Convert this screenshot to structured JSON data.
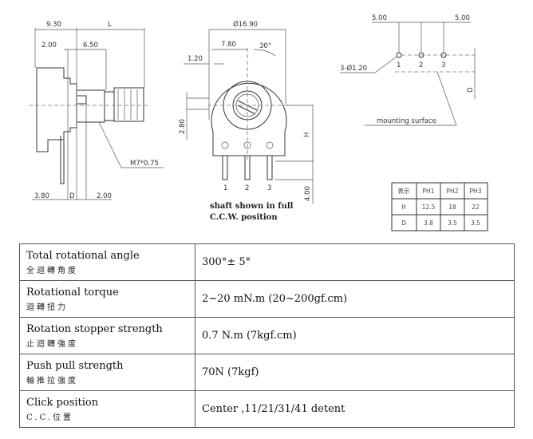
{
  "side_view": {
    "dim_930": "9.30",
    "dim_L": "L",
    "dim_200_top": "2.00",
    "dim_650": "6.50",
    "thread": "M7*0.75",
    "dim_380": "3.80",
    "dim_D": "D",
    "dim_200_bottom": "2.00"
  },
  "front_view": {
    "diameter": "Ø16.90",
    "dim_780": "7.80",
    "angle": "30°",
    "dim_120": "1.20",
    "dim_280": "2.80",
    "dim_H": "H",
    "dim_400": "4.00",
    "pin1": "1",
    "pin2": "2",
    "pin3": "3",
    "caption_line1": "shaft shown in full",
    "caption_line2": "C.C.W. position"
  },
  "pcb_view": {
    "pitch_left": "5.00",
    "pitch_right": "5.00",
    "holes": "3-Ø1.20",
    "pin1": "1",
    "pin2": "2",
    "pin3": "3",
    "dim_D": "D",
    "mounting": "mounting surface"
  },
  "ph_table": {
    "headers": [
      "表示",
      "PH1",
      "PH2",
      "PH3"
    ],
    "rows": [
      [
        "H",
        "12.5",
        "18",
        "22"
      ],
      [
        "D",
        "3.8",
        "3.5",
        "3.5"
      ]
    ]
  },
  "spec_table": [
    {
      "en": "Total rotational angle",
      "zh": "全迴轉角度",
      "value": "300°± 5°"
    },
    {
      "en": "Rotational torque",
      "zh": "迴轉扭力",
      "value": "2~20 mN.m (20~200gf.cm)"
    },
    {
      "en": "Rotation stopper strength",
      "zh": "止迴轉強度",
      "value": "0.7 N.m (7kgf.cm)"
    },
    {
      "en": "Push pull strength",
      "zh": "軸推拉強度",
      "value": "70N (7kgf)"
    },
    {
      "en": "Click position",
      "zh": "C.C.位置",
      "value": "Center ,11/21/31/41 detent"
    }
  ]
}
